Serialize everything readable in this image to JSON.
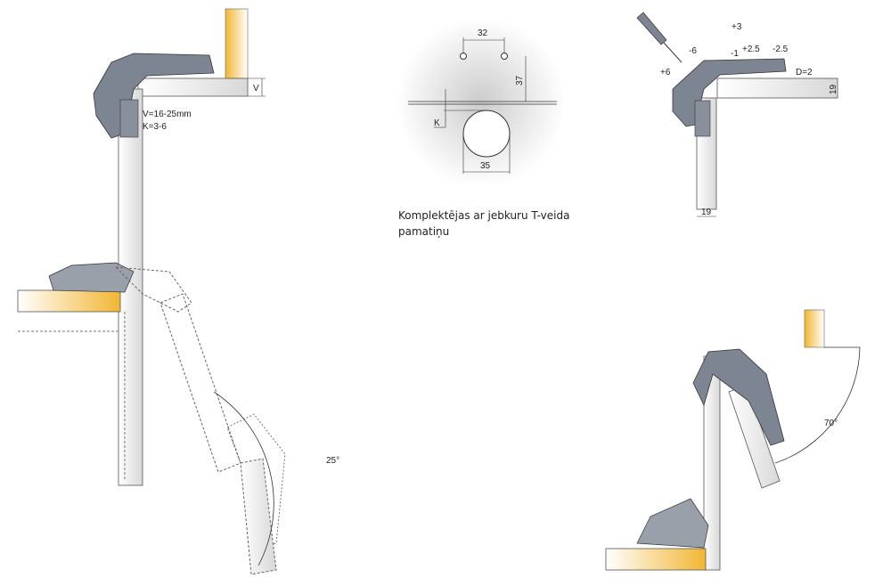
{
  "left_diagram": {
    "v_label": "V",
    "v_range": "V=16-25mm",
    "k_range": "K=3-6",
    "angle": "25°"
  },
  "drilling": {
    "dim_holes": "32",
    "dim_depth": "37",
    "dim_k": "K",
    "dim_cup": "35"
  },
  "caption": {
    "line1": "Komplektējas ar jebkuru T-veida",
    "line2": "pamatiņu"
  },
  "adjust_diagram": {
    "plus3": "+3",
    "minus1": "-1",
    "plus25": "+2.5",
    "minus25": "-2.5",
    "minus6": "-6",
    "plus6": "+6",
    "d": "D=2",
    "thick_top": "19",
    "thick_side": "19"
  },
  "right_diagram": {
    "angle": "70°"
  },
  "colors": {
    "wood": "#f2b632",
    "panel": "#e4e4e4",
    "hinge": "#7d8593"
  }
}
